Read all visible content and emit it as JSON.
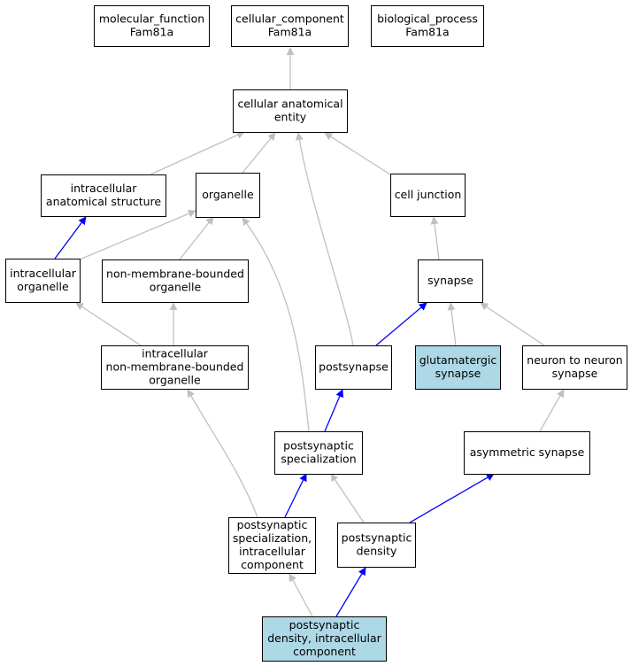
{
  "colors": {
    "node_fill": "#ffffff",
    "highlight_fill": "#add8e6",
    "is_a_edge": "#c0c0c0",
    "part_of_edge": "#0000ff",
    "border": "#000000"
  },
  "nodes": [
    {
      "id": "molecular_function",
      "lines": [
        "molecular_function",
        "Fam81a"
      ],
      "highlight": false
    },
    {
      "id": "cellular_component",
      "lines": [
        "cellular_component",
        "Fam81a"
      ],
      "highlight": false
    },
    {
      "id": "biological_process",
      "lines": [
        "biological_process",
        "Fam81a"
      ],
      "highlight": false
    },
    {
      "id": "cellular_anatomical_entity",
      "lines": [
        "cellular anatomical",
        "entity"
      ],
      "highlight": false
    },
    {
      "id": "intracellular_anatomical_structure",
      "lines": [
        "intracellular",
        "anatomical structure"
      ],
      "highlight": false
    },
    {
      "id": "organelle",
      "lines": [
        "organelle"
      ],
      "highlight": false
    },
    {
      "id": "cell_junction",
      "lines": [
        "cell junction"
      ],
      "highlight": false
    },
    {
      "id": "intracellular_organelle",
      "lines": [
        "intracellular",
        "organelle"
      ],
      "highlight": false
    },
    {
      "id": "non_membrane_bounded_organelle",
      "lines": [
        "non-membrane-bounded",
        "organelle"
      ],
      "highlight": false
    },
    {
      "id": "synapse",
      "lines": [
        "synapse"
      ],
      "highlight": false
    },
    {
      "id": "intracellular_non_membrane_bounded_organelle",
      "lines": [
        "intracellular",
        "non-membrane-bounded",
        "organelle"
      ],
      "highlight": false
    },
    {
      "id": "postsynapse",
      "lines": [
        "postsynapse"
      ],
      "highlight": false
    },
    {
      "id": "glutamatergic_synapse",
      "lines": [
        "glutamatergic",
        "synapse"
      ],
      "highlight": true
    },
    {
      "id": "neuron_to_neuron_synapse",
      "lines": [
        "neuron to neuron",
        "synapse"
      ],
      "highlight": false
    },
    {
      "id": "postsynaptic_specialization",
      "lines": [
        "postsynaptic",
        "specialization"
      ],
      "highlight": false
    },
    {
      "id": "asymmetric_synapse",
      "lines": [
        "asymmetric synapse"
      ],
      "highlight": false
    },
    {
      "id": "postsynaptic_specialization_intracellular_component",
      "lines": [
        "postsynaptic",
        "specialization,",
        "intracellular",
        "component"
      ],
      "highlight": false
    },
    {
      "id": "postsynaptic_density",
      "lines": [
        "postsynaptic",
        "density"
      ],
      "highlight": false
    },
    {
      "id": "postsynaptic_density_intracellular_component",
      "lines": [
        "postsynaptic",
        "density, intracellular",
        "component"
      ],
      "highlight": true
    }
  ],
  "edges": [
    {
      "from": "cellular_anatomical_entity",
      "to": "cellular_component",
      "type": "is_a"
    },
    {
      "from": "intracellular_anatomical_structure",
      "to": "cellular_anatomical_entity",
      "type": "is_a"
    },
    {
      "from": "organelle",
      "to": "cellular_anatomical_entity",
      "type": "is_a"
    },
    {
      "from": "cell_junction",
      "to": "cellular_anatomical_entity",
      "type": "is_a"
    },
    {
      "from": "postsynapse",
      "to": "cellular_anatomical_entity",
      "type": "is_a"
    },
    {
      "from": "intracellular_organelle",
      "to": "intracellular_anatomical_structure",
      "type": "part_of"
    },
    {
      "from": "intracellular_organelle",
      "to": "organelle",
      "type": "is_a"
    },
    {
      "from": "non_membrane_bounded_organelle",
      "to": "organelle",
      "type": "is_a"
    },
    {
      "from": "synapse",
      "to": "cell_junction",
      "type": "is_a"
    },
    {
      "from": "intracellular_non_membrane_bounded_organelle",
      "to": "intracellular_organelle",
      "type": "is_a"
    },
    {
      "from": "intracellular_non_membrane_bounded_organelle",
      "to": "non_membrane_bounded_organelle",
      "type": "is_a"
    },
    {
      "from": "postsynapse",
      "to": "synapse",
      "type": "part_of"
    },
    {
      "from": "glutamatergic_synapse",
      "to": "synapse",
      "type": "is_a"
    },
    {
      "from": "neuron_to_neuron_synapse",
      "to": "synapse",
      "type": "is_a"
    },
    {
      "from": "postsynaptic_specialization",
      "to": "postsynapse",
      "type": "part_of"
    },
    {
      "from": "postsynaptic_specialization",
      "to": "organelle",
      "type": "is_a"
    },
    {
      "from": "asymmetric_synapse",
      "to": "neuron_to_neuron_synapse",
      "type": "is_a"
    },
    {
      "from": "postsynaptic_specialization_intracellular_component",
      "to": "postsynaptic_specialization",
      "type": "part_of"
    },
    {
      "from": "postsynaptic_specialization_intracellular_component",
      "to": "intracellular_non_membrane_bounded_organelle",
      "type": "is_a"
    },
    {
      "from": "postsynaptic_density",
      "to": "postsynaptic_specialization",
      "type": "is_a"
    },
    {
      "from": "postsynaptic_density",
      "to": "asymmetric_synapse",
      "type": "part_of"
    },
    {
      "from": "postsynaptic_density_intracellular_component",
      "to": "postsynaptic_density",
      "type": "part_of"
    },
    {
      "from": "postsynaptic_density_intracellular_component",
      "to": "postsynaptic_specialization_intracellular_component",
      "type": "is_a"
    }
  ]
}
